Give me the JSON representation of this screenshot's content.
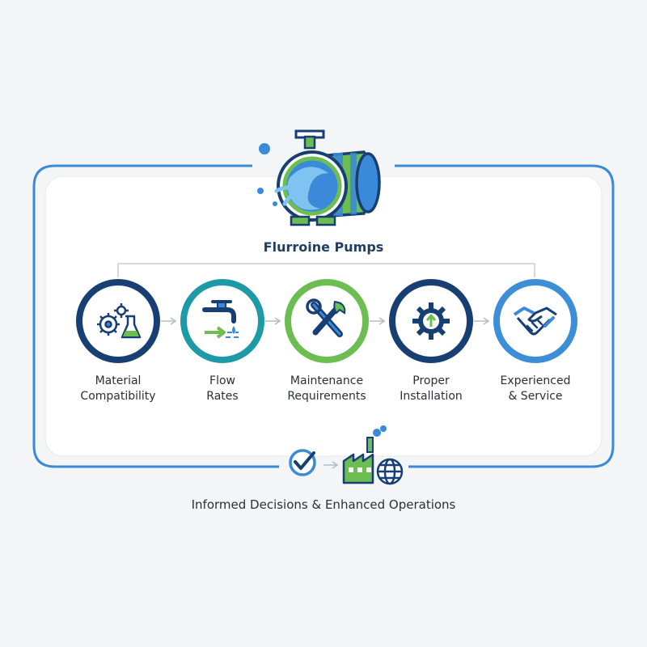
{
  "diagram": {
    "title": "Flurroine Pumps",
    "steps": [
      {
        "line1": "Material",
        "line2": "Compatibility",
        "ring_color": "#173f73",
        "icon": "gears-flask-icon"
      },
      {
        "line1": "Flow",
        "line2": "Rates",
        "ring_color": "#1d9aa6",
        "icon": "faucet-icon"
      },
      {
        "line1": "Maintenance",
        "line2": "Requirements",
        "ring_color": "#6cbd52",
        "icon": "wrench-icon"
      },
      {
        "line1": "Proper",
        "line2": "Installation",
        "ring_color": "#173f73",
        "icon": "gear-arrow-icon"
      },
      {
        "line1": "Experienced",
        "line2": "& Service",
        "ring_color": "#3c8fd6",
        "icon": "handshake-icon"
      }
    ],
    "footer": "Informed Decisions & Enhanced Operations",
    "colors": {
      "frame_blue": "#3b8ad9",
      "navy": "#173f73",
      "teal": "#1d9aa6",
      "green": "#6cbd52",
      "light_blue": "#3c8fd6"
    }
  }
}
